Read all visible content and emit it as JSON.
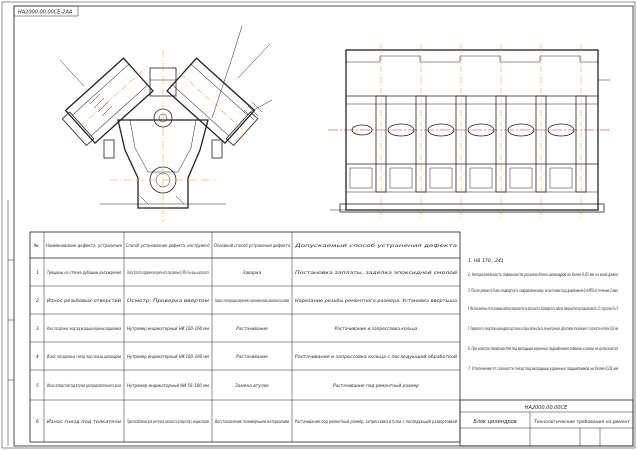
{
  "drawing_code": "НА2000.00.00СЕ-2АА",
  "table": {
    "headers": [
      "№",
      "Наименование дефекта, устранение",
      "Способ установления дефекта, инструмент",
      "Основной способ устранения дефекта",
      "Допускаемый способ устранения дефекта"
    ],
    "rows": [
      {
        "num": "1",
        "defect": "Трещины на стенке рубашки охлаждения",
        "detection": "Осмотр. Испытать гидравлически герметичность при давлении 0,3 МПа. Течь воды не допускается",
        "primary": "Заварка",
        "alternate": "Постановка заплаты, заделка эпоксидной смолой"
      },
      {
        "num": "2",
        "defect": "Износ резьбовых отверстий",
        "detection": "Осмотр. Проверка ввертом",
        "primary": "Заварка с последующим сверлением и нарезанием резьбы номинального размера",
        "alternate": "Нарезание резьбы ремонтного размера. Установка ввертыша"
      },
      {
        "num": "3",
        "defect": "Износ посадочных гнезд под вкладыши коренных подшипников",
        "detection": "Нутромер индикаторный НИ 100–160 мм",
        "primary": "Растачивание",
        "alternate": "Растачивание и запрессовка кольца"
      },
      {
        "num": "4",
        "defect": "Износ посадочных гнезд под гильзы цилиндров",
        "detection": "Нутромер индикаторный НИ 100–160 мм",
        "primary": "Растачивание",
        "alternate": "Растачивание и запрессовка кольца с последующей обработкой"
      },
      {
        "num": "5",
        "defect": "Износ отверстий под втулки распределительного вала",
        "detection": "Нутромер индикаторный НИ 50–100 мм",
        "primary": "Замена втулок",
        "alternate": "Растачивание под ремонтный размер"
      },
      {
        "num": "6",
        "defect": "Износ гнезд под толкатели",
        "detection": "Приспособление для контроля соосности отверстий с индикатором",
        "primary": "Восстановление полимерными материалами",
        "alternate": "Растачивание под ремонтный размер, запрессовка втулок с последующей развертовкой"
      }
    ]
  },
  "notes": [
    "1. НВ 170...241",
    "2. Непараллельность поверхности разъема блока цилиндров не более 0,03 мм на всей длине",
    "3. После ремонта блок подвергнуть гидравлическому испытанию под давлением 0,4 МПа в течение 2 мин",
    "4. Местные вмятины после промывки рабочих поверхностей не допускаются. Шероховатость рабочих поверхностей под подшипники Ra 1,25, под втулки Ra 2,5",
    "5. Поверхность гнезд блока цилиндров под гильзы в сборе должна быть концентричной. Допустимое отклонение от соосности не более 0,02 мм",
    "6. При осмотре поверхностей под вкладыши коренных подшипников забоины и риски не допускаются",
    "7. Отклонение от соосности гнезд под вкладыши коренных подшипников не более 0,02 мм"
  ],
  "title_block": {
    "code": "НА2000.00.00СЕ",
    "name": "Блок цилиндров",
    "note": "Технологические требования на ремонт"
  }
}
